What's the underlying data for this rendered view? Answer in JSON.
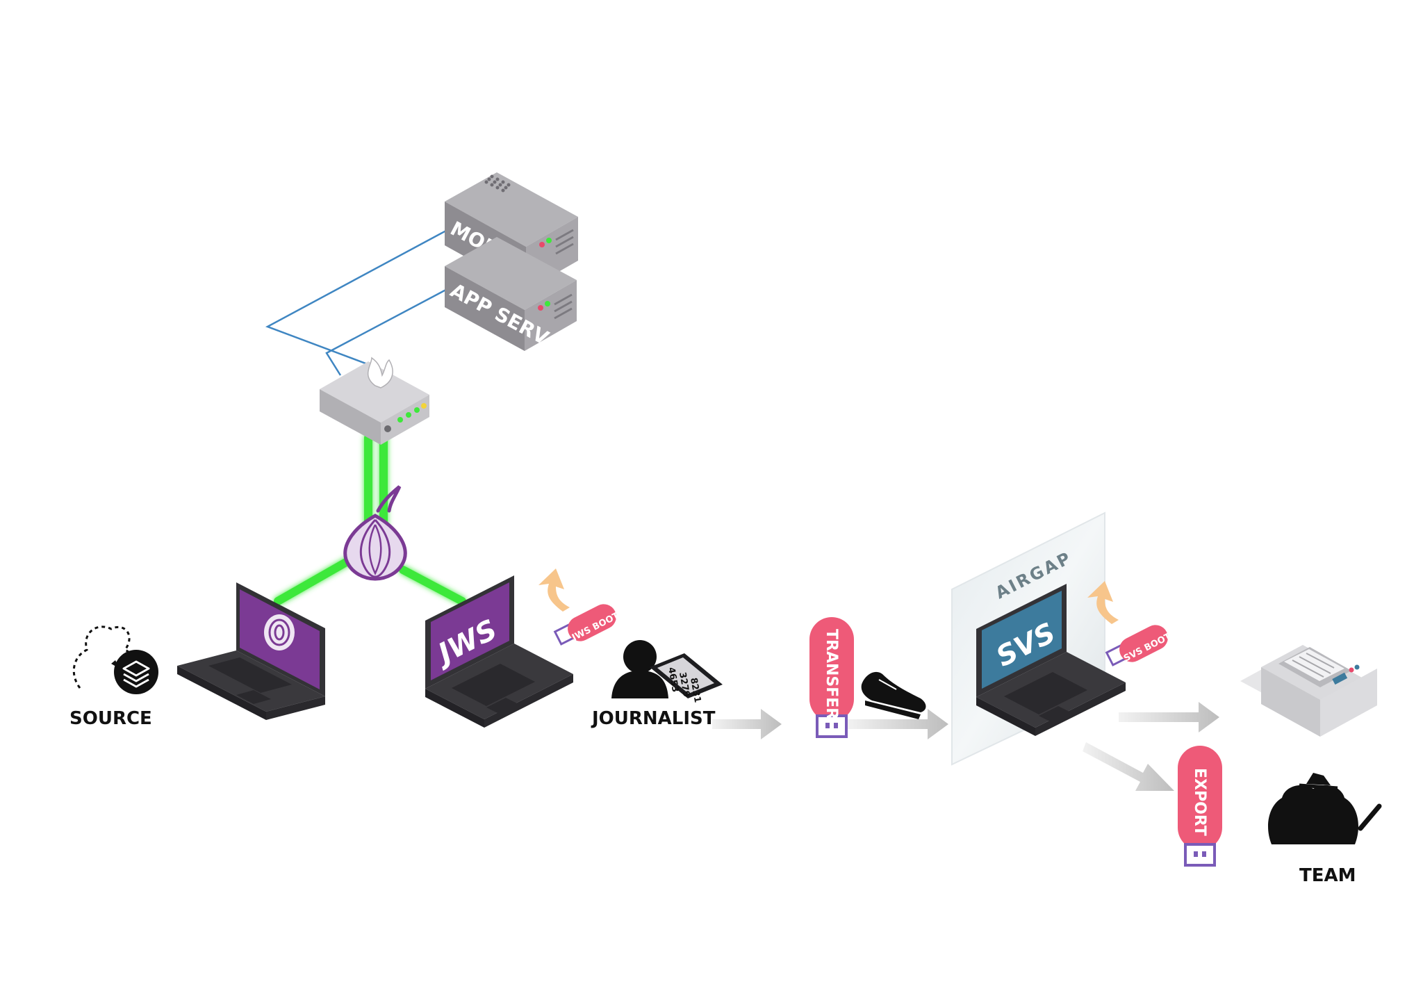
{
  "servers": {
    "mon": "MON SERV",
    "app": "APP SERV"
  },
  "workstations": {
    "jws": "JWS",
    "svs": "SVS"
  },
  "usb": {
    "jws_boot": "JWS BOOT",
    "svs_boot": "SVS BOOT",
    "transfer": "TRANSFER",
    "export": "EXPORT"
  },
  "airgap": "AIRGAP",
  "phone_code": [
    "4653",
    "3279",
    "8231"
  ],
  "roles": {
    "source": "SOURCE",
    "journalist": "JOURNALIST",
    "team": "TEAM"
  },
  "colors": {
    "tor_purple": "#7b3a94",
    "network_green": "#3ee83a",
    "cable_blue": "#3f86c2",
    "usb_pink": "#ee5a78",
    "svs_blue": "#3d7b9d",
    "server_gray": "#8e8c91",
    "arrow_gray": "#c9c9c9"
  }
}
